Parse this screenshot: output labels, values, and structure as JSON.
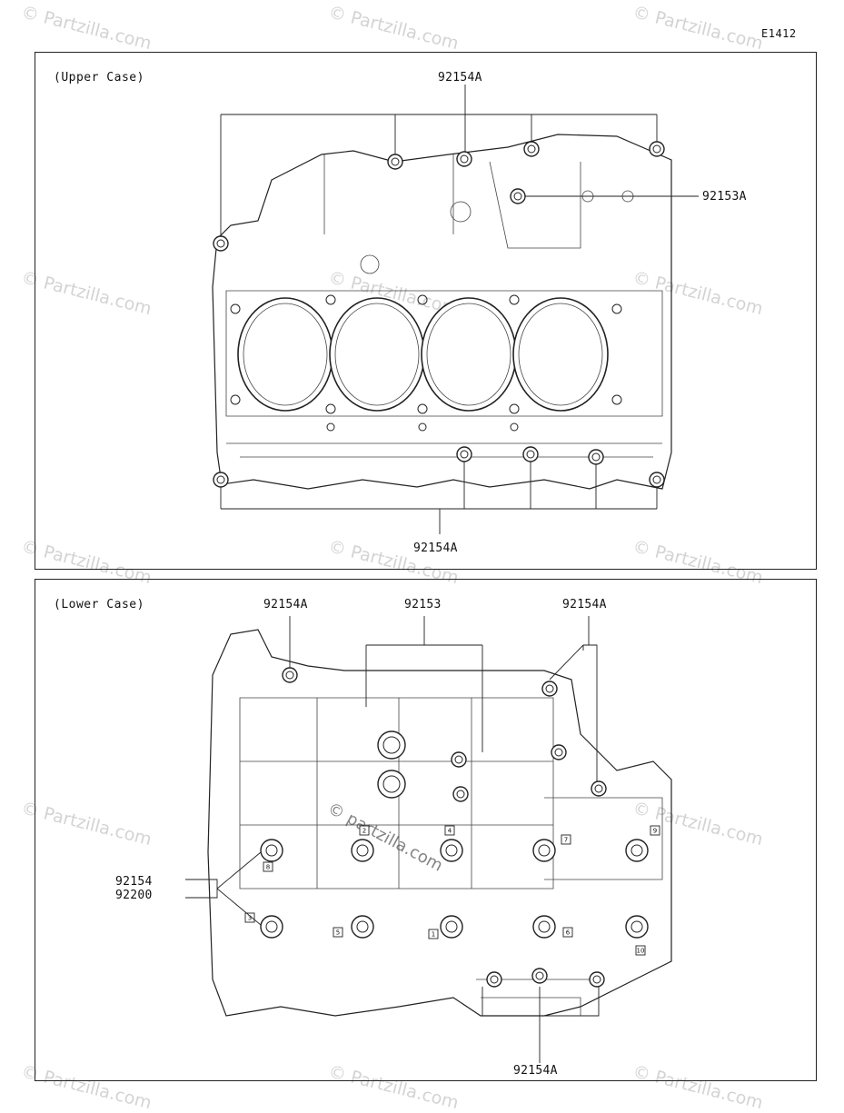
{
  "page_code": "E1412",
  "watermark": "© Partzilla.com",
  "center_watermark": "© partzilla.com",
  "upper": {
    "title": "(Upper Case)",
    "callouts": {
      "top": "92154A",
      "right": "92153A",
      "bottom": "92154A"
    }
  },
  "lower": {
    "title": "(Lower Case)",
    "callouts": {
      "top_left": "92154A",
      "top_center": "92153",
      "top_right": "92154A",
      "left_stack": "92154\n92200",
      "bottom": "92154A"
    },
    "sequence_tags": [
      "1",
      "2",
      "3",
      "4",
      "5",
      "6",
      "7",
      "8",
      "9",
      "10"
    ]
  }
}
